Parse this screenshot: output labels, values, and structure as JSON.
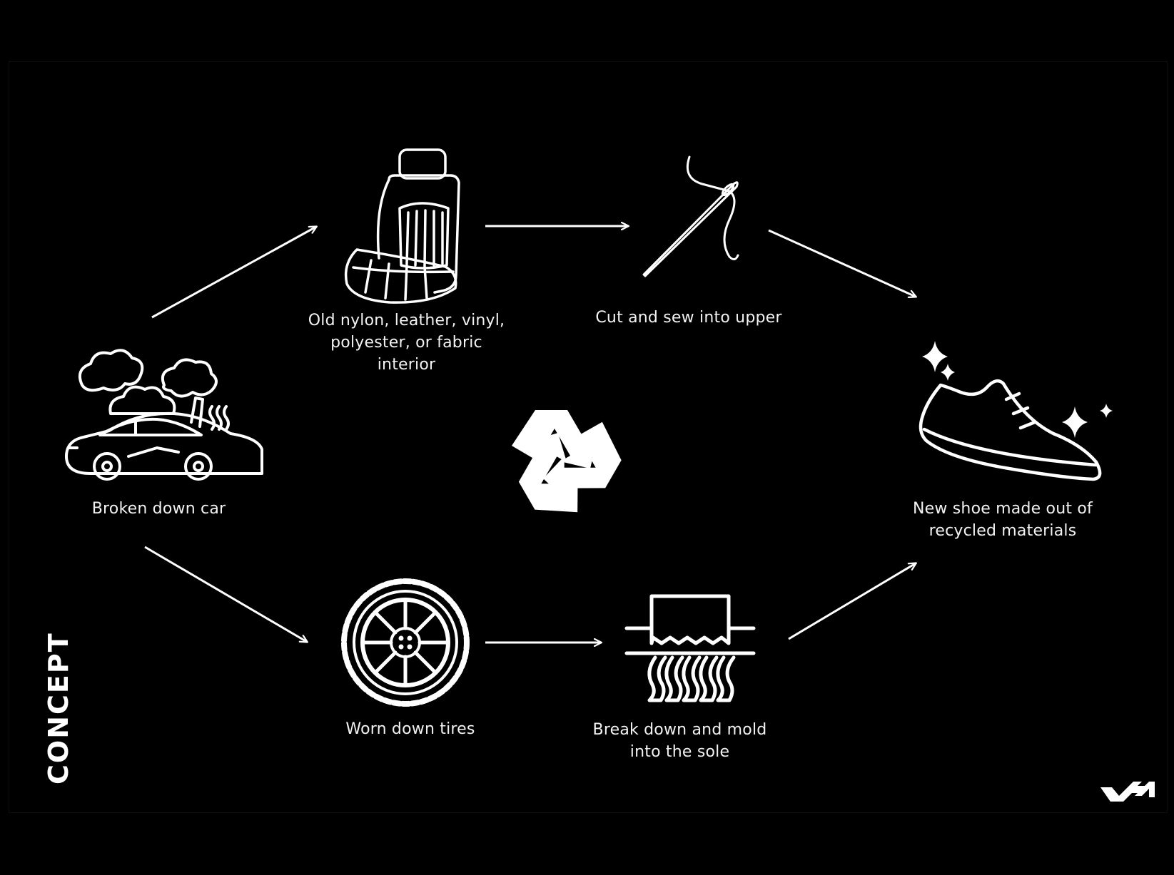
{
  "section_title": "CONCEPT",
  "labels": {
    "car": "Broken down car",
    "seat": "Old nylon, leather, vinyl, polyester, or fabric interior",
    "needle": "Cut and sew into upper",
    "shoe": "New shoe made out of recycled materials",
    "tire": "Worn down tires",
    "shredder": "Break down and mold into the sole"
  },
  "icons": {
    "car": "broken-car-icon",
    "seat": "car-seat-icon",
    "needle": "needle-thread-icon",
    "shoe": "sparkling-shoe-icon",
    "tire": "tire-icon",
    "shredder": "shredder-icon",
    "center": "recycle-icon",
    "logo": "brand-logo-icon"
  },
  "colors": {
    "background": "#000000",
    "foreground": "#ffffff"
  }
}
